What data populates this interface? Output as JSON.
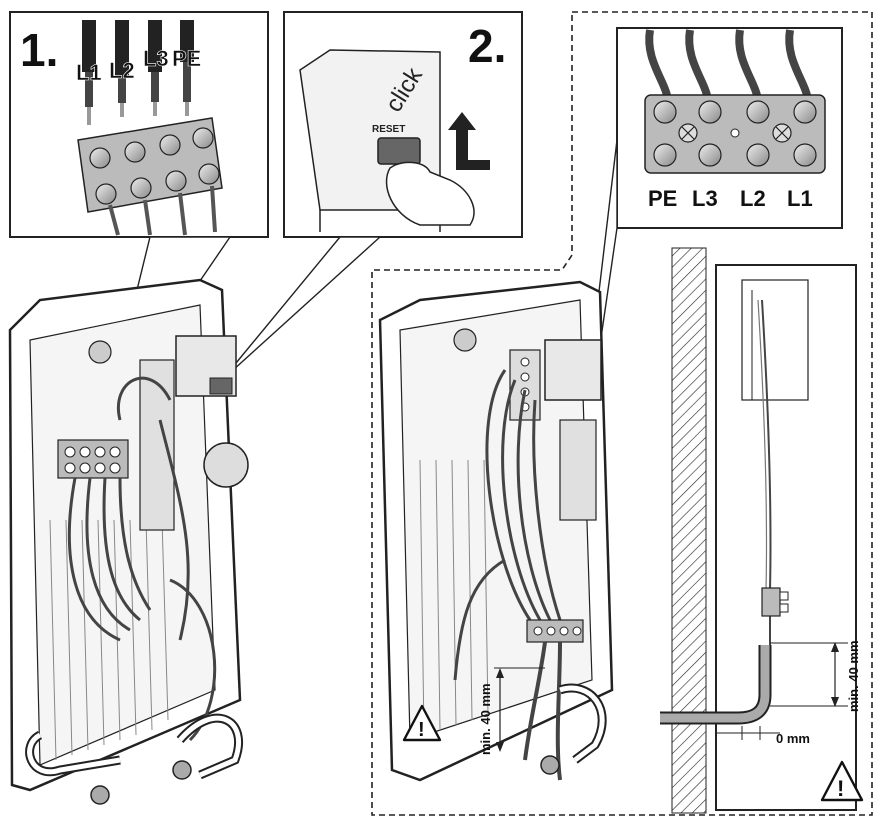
{
  "steps": {
    "step1": "1.",
    "step2": "2."
  },
  "terminals_step1": [
    "L1",
    "L2",
    "L3",
    "PE"
  ],
  "reset": {
    "click": "click",
    "reset_label": "RESET"
  },
  "terminals_detail": [
    "PE",
    "L3",
    "L2",
    "L1"
  ],
  "dimensions": {
    "min_40_left": "min. 40 mm",
    "min_40_right": "min. 40 mm",
    "zero": "0 mm"
  },
  "warnings": {
    "left_symbol": "!",
    "right_symbol": "!"
  },
  "colors": {
    "line": "#1a1a1a",
    "panel": "#ffffff",
    "shade": "#cfcfcf",
    "dark": "#555555"
  }
}
